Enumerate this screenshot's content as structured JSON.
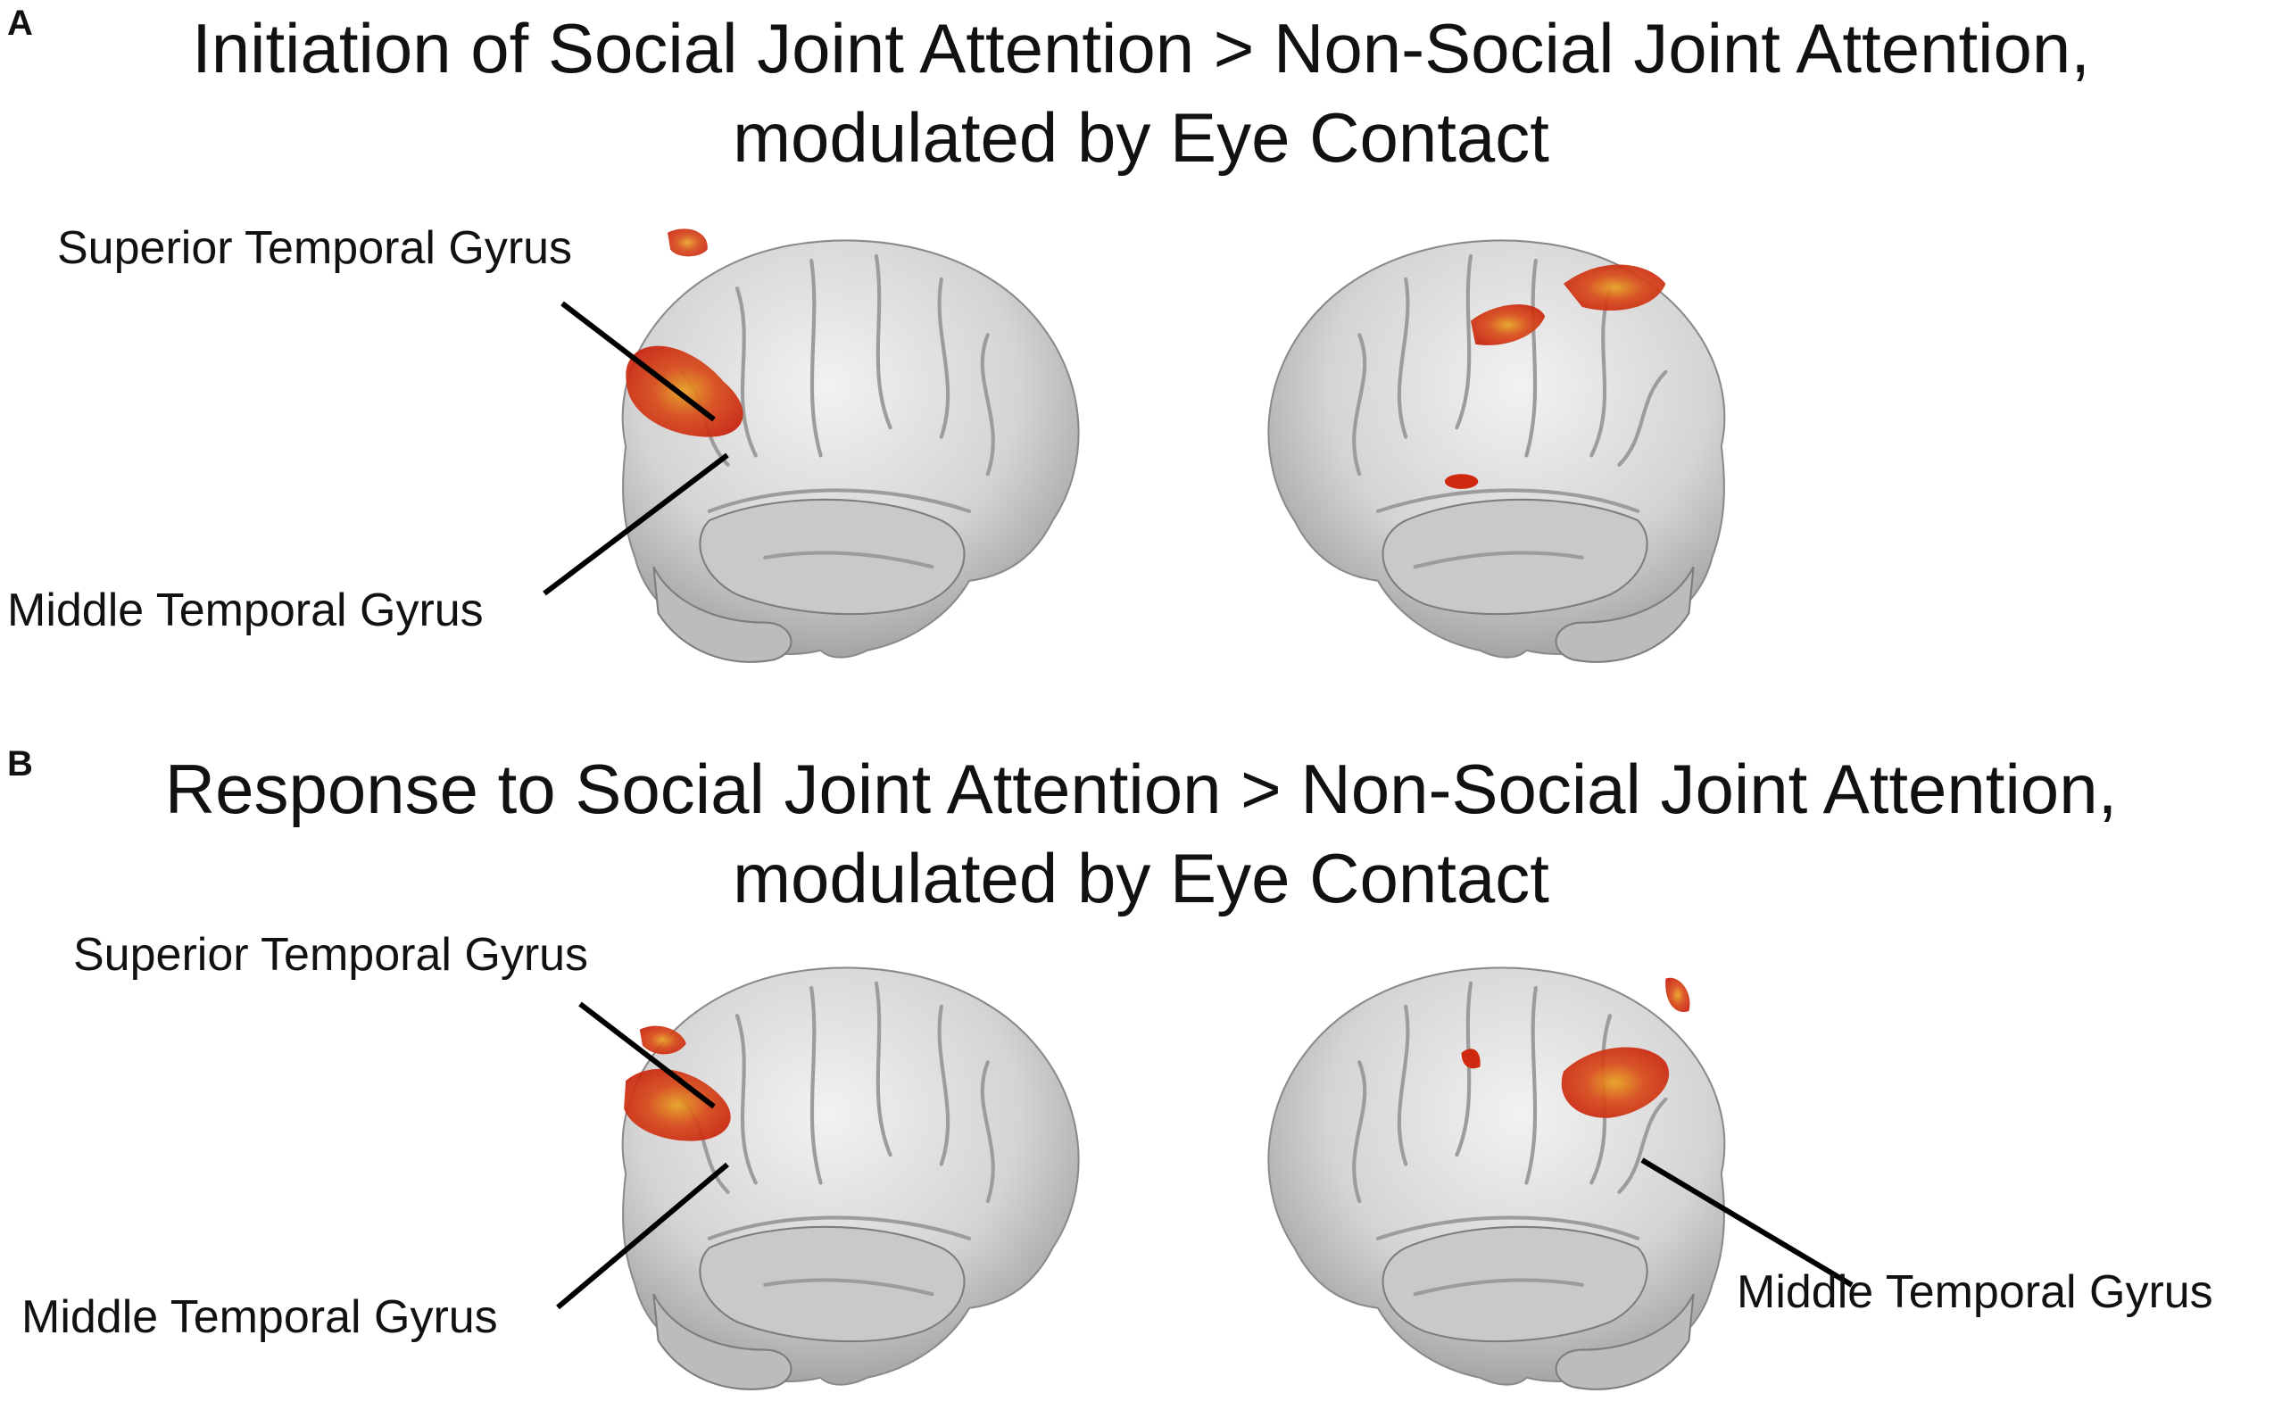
{
  "figure": {
    "panels": [
      {
        "letter": "A",
        "title_line1": "Initiation of Social Joint Attention > Non-Social Joint Attention,",
        "title_line2": "modulated by Eye Contact",
        "labels": {
          "left_top": "Superior Temporal Gyrus",
          "left_bottom": "Middle Temporal Gyrus"
        }
      },
      {
        "letter": "B",
        "title_line1": "Response to Social Joint Attention > Non-Social Joint Attention,",
        "title_line2": "modulated by Eye Contact",
        "labels": {
          "left_top": "Superior Temporal Gyrus",
          "left_bottom": "Middle Temporal Gyrus",
          "right_bottom": "Middle Temporal Gyrus"
        }
      }
    ],
    "colors": {
      "brain_fill": "#d9d9d9",
      "brain_shadow": "#8e8e8e",
      "activation": "#d42a12",
      "activation_core": "#f0b020",
      "leader_line": "#000000"
    }
  }
}
